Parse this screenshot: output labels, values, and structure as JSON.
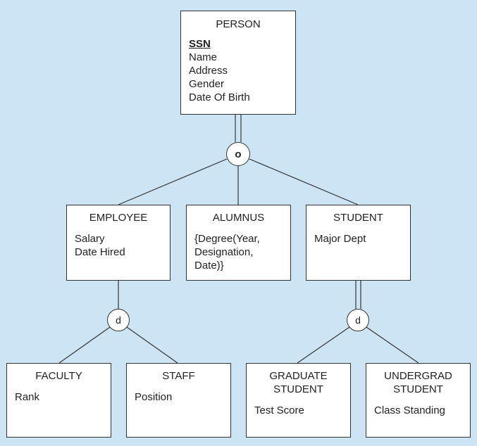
{
  "colors": {
    "background": "#cde4f4",
    "box": "#ffffff",
    "line": "#333333"
  },
  "person": {
    "name": "PERSON",
    "key": "SSN",
    "attrs": [
      "Name",
      "Address",
      "Gender",
      "Date Of Birth"
    ]
  },
  "person_constraint": "o",
  "employee": {
    "name": "EMPLOYEE",
    "attrs": [
      "Salary",
      "Date Hired"
    ]
  },
  "alumnus": {
    "name": "ALUMNUS",
    "attrs": [
      "{Degree(Year,",
      "Designation,",
      "Date)}"
    ]
  },
  "student": {
    "name": "STUDENT",
    "attrs": [
      "Major Dept"
    ]
  },
  "employee_constraint": "d",
  "student_constraint": "d",
  "faculty": {
    "name": "FACULTY",
    "attrs": [
      "Rank"
    ]
  },
  "staff": {
    "name": "STAFF",
    "attrs": [
      "Position"
    ]
  },
  "graduate": {
    "name_lines": [
      "GRADUATE",
      "STUDENT"
    ],
    "attrs": [
      "Test Score"
    ]
  },
  "undergrad": {
    "name_lines": [
      "UNDERGRAD",
      "STUDENT"
    ],
    "attrs": [
      "Class Standing"
    ]
  }
}
